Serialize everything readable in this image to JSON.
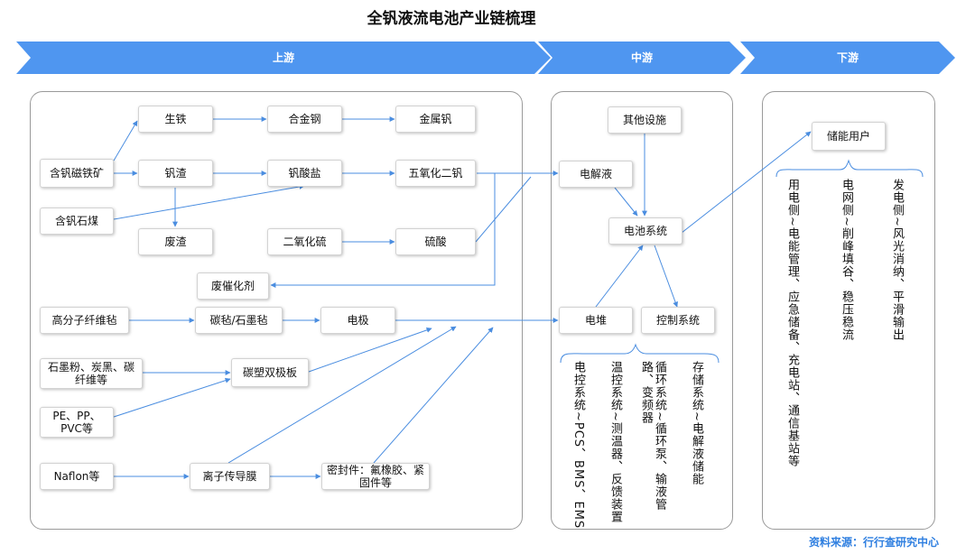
{
  "title": "全钒液流电池产业链梳理",
  "stages": {
    "upstream": "上游",
    "midstream": "中游",
    "downstream": "下游"
  },
  "nodes": {
    "v_ore": "含钒磁铁矿",
    "v_coal": "含钒石煤",
    "pig_iron": "生铁",
    "alloy_steel": "合金钢",
    "metal_v": "金属钒",
    "v_slag": "钒渣",
    "vanadate": "钒酸盐",
    "v2o5": "五氧化二钒",
    "waste_slag": "废渣",
    "so2": "二氧化硫",
    "sulfuric_acid": "硫酸",
    "spent_catalyst": "废催化剂",
    "polymer_felt": "高分子纤维毡",
    "carbon_felt": "碳毡/石墨毡",
    "electrode": "电极",
    "graphite_mix": "石墨粉、炭黑、碳纤维等",
    "bipolar_plate": "碳塑双极板",
    "pe_pp_pvc": "PE、PP、PVC等",
    "naflon": "Naflon等",
    "membrane": "离子传导膜",
    "seal": "密封件：氟橡胶、紧固件等",
    "other_facilities": "其他设施",
    "electrolyte": "电解液",
    "battery_system": "电池系统",
    "stack": "电堆",
    "control_system": "控制系统",
    "storage_user": "储能用户"
  },
  "control_details": [
    "电控系统~PCS、BMS、EMS",
    "温控系统~测温器、反馈装置",
    "循环系统~循环泵、输液管路、变频器",
    "存储系统~电解液储能"
  ],
  "user_details": [
    "用电侧~电能管理、应急储备、充电站、通信基站等",
    "电网侧~削峰填谷、稳压稳流",
    "发电侧~风光消纳、平滑输出"
  ],
  "source": "资料来源：行行查研究中心",
  "colors": {
    "band": "#4f96f0",
    "line": "#4a8de0",
    "panel_border": "#9a9a9a"
  }
}
